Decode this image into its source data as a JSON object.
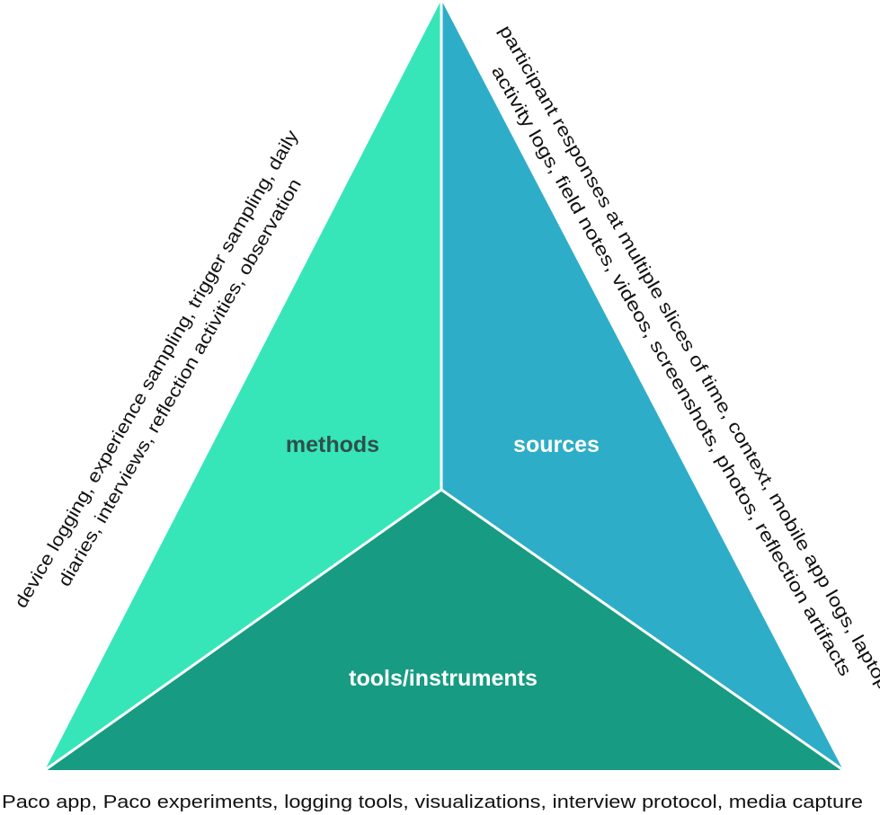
{
  "sections": {
    "methods": {
      "label": "methods",
      "color": "#36e6b8",
      "text_color": "#2f4f4a"
    },
    "sources": {
      "label": "sources",
      "color": "#2eadc8",
      "text_color": "#ffffff"
    },
    "tools": {
      "label": "tools/instruments",
      "color": "#179b83",
      "text_color": "#ffffff"
    }
  },
  "side_texts": {
    "methods": {
      "line1": "device logging, experience sampling, trigger sampling, daily",
      "line2": "diaries, interviews, reflection activities,  observation"
    },
    "sources": {
      "line1": "participant responses at multiple slices of time, context, mobile app logs, laptop",
      "line2": "activity logs, field notes, videos, screenshots, photos, reflection artifacts"
    },
    "tools": {
      "line1": "Paco app, Paco experiments, logging tools, visualizations, interview protocol, media capture"
    }
  },
  "divider_color": "#ffffff"
}
